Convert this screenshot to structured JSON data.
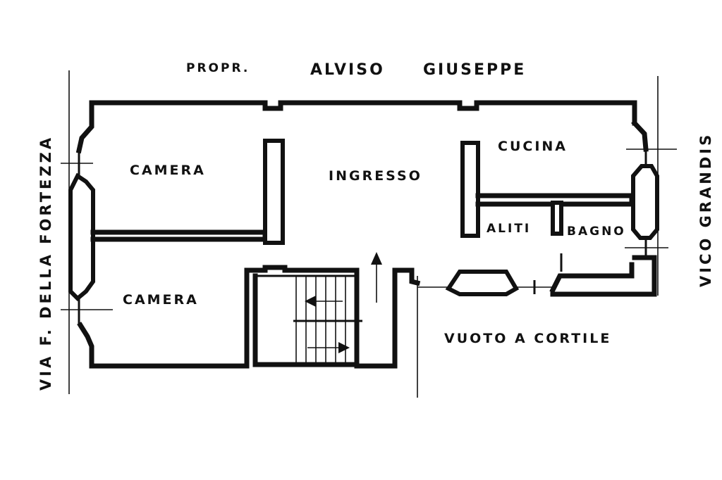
{
  "owner": {
    "prefix": "PROPR.",
    "first": "ALVISO",
    "last": "GIUSEPPE"
  },
  "streets": {
    "left": "VIA   F.   DELLA   FORTEZZA",
    "right": "VICO  GRANDIS"
  },
  "rooms": {
    "camera_top": "CAMERA",
    "camera_bottom": "CAMERA",
    "ingresso": "INGRESSO",
    "cucina": "CUCINA",
    "aliti": "ALITI",
    "bagno": "BAGNO",
    "cortile": "VUOTO  A  CORTILE"
  }
}
